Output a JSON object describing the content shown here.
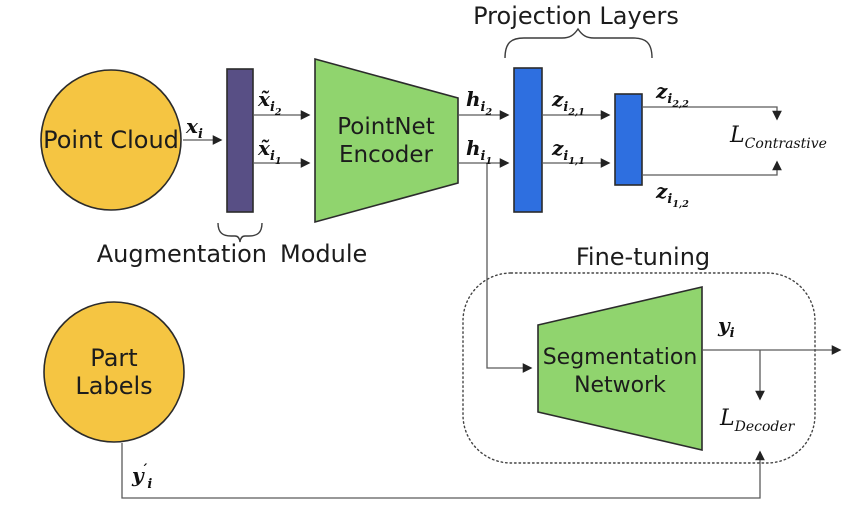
{
  "colors": {
    "node_yellow": "#f5c542",
    "block_purple": "#584f85",
    "node_green": "#90d46e",
    "block_blue": "#2e6fe0",
    "wire_gray": "#5a5a5a"
  },
  "nodes": {
    "point_cloud": {
      "label": "Point Cloud"
    },
    "part_labels": {
      "line1": "Part",
      "line2": "Labels"
    },
    "pointnet_encoder": {
      "line1": "PointNet",
      "line2": "Encoder"
    },
    "segmentation_network": {
      "line1": "Segmentation",
      "line2": "Network"
    }
  },
  "sections": {
    "projection_layers": "Projection Layers",
    "augmentation": "Augmentation",
    "module": "Module",
    "fine_tuning": "Fine-tuning"
  },
  "labels": {
    "x_i": {
      "base": "x",
      "sub": "i"
    },
    "x_tilde_i2": {
      "base": "x̃",
      "sub": "i",
      "subsub": "2"
    },
    "x_tilde_i1": {
      "base": "x̃",
      "sub": "i",
      "subsub": "1"
    },
    "h_i2": {
      "base": "h",
      "sub": "i",
      "subsub": "2"
    },
    "h_i1": {
      "base": "h",
      "sub": "i",
      "subsub": "1"
    },
    "z_i21": {
      "base": "z",
      "sub": "i",
      "subsub": "2,1"
    },
    "z_i11": {
      "base": "z",
      "sub": "i",
      "subsub": "1,1"
    },
    "z_i22": {
      "base": "z",
      "sub": "i",
      "subsub": "2,2"
    },
    "z_i12": {
      "base": "z",
      "sub": "i",
      "subsub": "1,2"
    },
    "y_i": {
      "base": "y",
      "sub": "i"
    },
    "y_prime_i": {
      "base": "y",
      "prime": "′",
      "sub": "i"
    },
    "loss_contrastive": {
      "base": "L",
      "sub": "Contrastive"
    },
    "loss_decoder": {
      "base": "L",
      "sub": "Decoder"
    }
  }
}
